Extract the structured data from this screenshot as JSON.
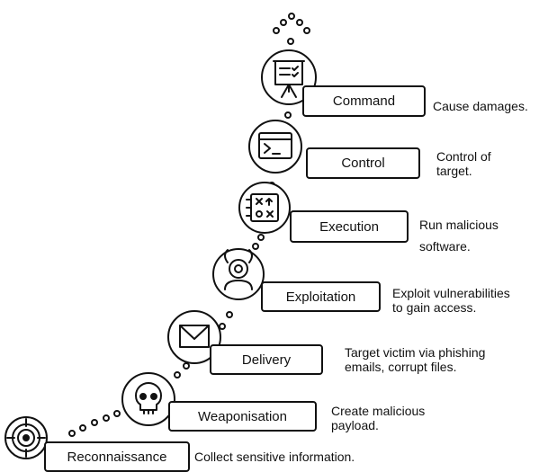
{
  "colors": {
    "stroke": "#111111",
    "background": "#ffffff"
  },
  "stages": [
    {
      "name": "Reconnaissance",
      "description": "Collect sensitive information.",
      "icon": "target-icon"
    },
    {
      "name": "Weaponisation",
      "description": "Create malicious\npayload.",
      "icon": "skull-icon"
    },
    {
      "name": "Delivery",
      "description": "Target victim via phishing\nemails, corrupt files.",
      "icon": "envelope-icon"
    },
    {
      "name": "Exploitation",
      "description": "Exploit vulnerabilities\nto gain access.",
      "icon": "hacker-icon"
    },
    {
      "name": "Execution",
      "description": "Run malicious\nsoftware.",
      "icon": "strategy-board-icon"
    },
    {
      "name": "Control",
      "description": "Control of\ntarget.",
      "icon": "terminal-window-icon"
    },
    {
      "name": "Command",
      "description": "Cause damages.",
      "icon": "presentation-board-icon"
    }
  ]
}
